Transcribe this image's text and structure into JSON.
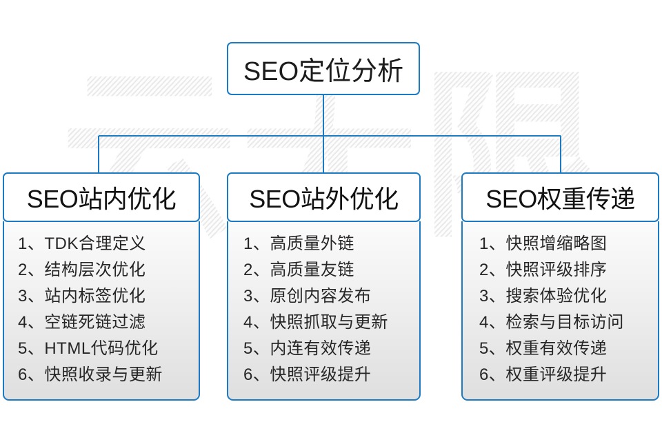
{
  "diagram": {
    "root": {
      "label": "SEO定位分析"
    },
    "branches": [
      {
        "id": "inner",
        "header": "SEO站内优化",
        "items": [
          "1、TDK合理定义",
          "2、结构层次优化",
          "3、站内标签优化",
          "4、空链死链过滤",
          "5、HTML代码优化",
          "6、快照收录与更新"
        ]
      },
      {
        "id": "outer",
        "header": "SEO站外优化",
        "items": [
          "1、高质量外链",
          "2、高质量友链",
          "3、原创内容发布",
          "4、快照抓取与更新",
          "5、内连有效传递",
          "6、快照评级提升"
        ]
      },
      {
        "id": "weight",
        "header": "SEO权重传递",
        "items": [
          "1、快照增缩略图",
          "2、快照评级排序",
          "3、搜索体验优化",
          "4、检索与目标访问",
          "5、权重有效传递",
          "6、权重评级提升"
        ]
      }
    ]
  },
  "watermark": {
    "text": "云无限"
  },
  "colors": {
    "border_blue": "#1a7ac4",
    "connector_blue": "#1a7ac4",
    "header_text": "#111111",
    "item_text": "#262626",
    "body_gradient_top": "#fbfbfb",
    "body_gradient_bottom": "#dfdfdf",
    "watermark_gray": "#e9e9e9",
    "page_background": "#ffffff"
  }
}
